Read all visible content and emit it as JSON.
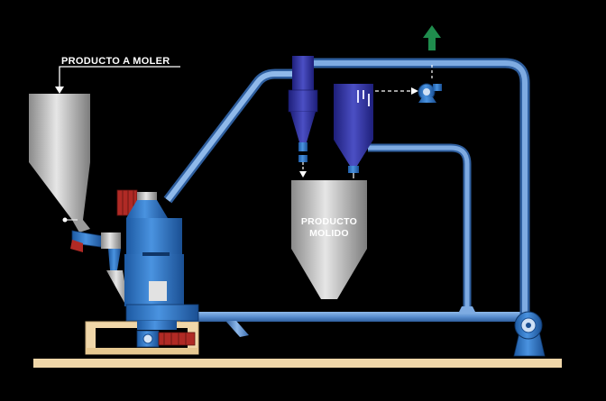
{
  "labels": {
    "input_product": "PRODUCTO A MOLER",
    "output_line1": "PRODUCTO",
    "output_line2": "MOLIDO"
  },
  "colors": {
    "background": "#000000",
    "pipe": "#5b8fd0",
    "pipe_dark": "#2f5f9f",
    "mill_blue": "#2a73c8",
    "hopper_silver": "#c9c9c9",
    "floor": "#f0d7a9",
    "exhaust_arrow": "#1f8c4d",
    "motor_red": "#b02a25",
    "filter_blue": "#2d2f9e"
  },
  "icons": {
    "exhaust": "arrow-up-icon",
    "fan": "fan-icon"
  }
}
